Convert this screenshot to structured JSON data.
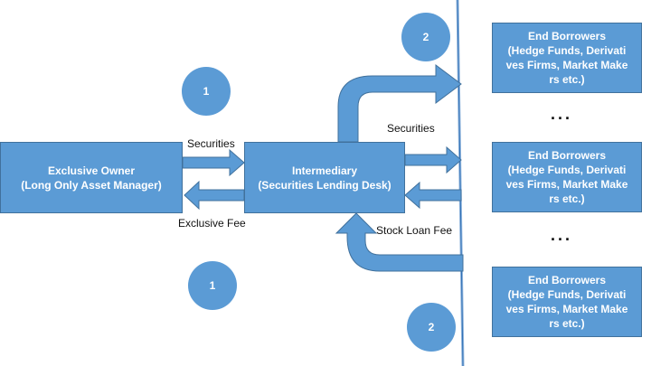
{
  "colors": {
    "fill": "#5b9bd5",
    "border": "#41719c",
    "divider": "#8fb4dc"
  },
  "owner": {
    "line1": "Exclusive Owner",
    "line2": "(Long Only Asset Manager)"
  },
  "intermediary": {
    "line1": "Intermediary",
    "line2": "(Securities Lending Desk)"
  },
  "borrowers": [
    {
      "line1": "End Borrowers",
      "line2": "(Hedge Funds, Derivati",
      "line3": "ves Firms, Market Make",
      "line4": "rs etc.)"
    },
    {
      "line1": "End Borrowers",
      "line2": "(Hedge Funds, Derivati",
      "line3": "ves Firms, Market Make",
      "line4": "rs etc.)"
    },
    {
      "line1": "End Borrowers",
      "line2": "(Hedge Funds, Derivati",
      "line3": "ves Firms, Market Make",
      "line4": "rs etc.)"
    }
  ],
  "labels": {
    "securities_left": "Securities",
    "exclusive_fee": "Exclusive Fee",
    "securities_right": "Securities",
    "stock_loan_fee": "Stock Loan Fee"
  },
  "steps": {
    "one_top": "1",
    "one_bottom": "1",
    "two_top": "2",
    "two_bottom": "2"
  },
  "ellipsis": {
    "upper": "...",
    "lower": "..."
  }
}
